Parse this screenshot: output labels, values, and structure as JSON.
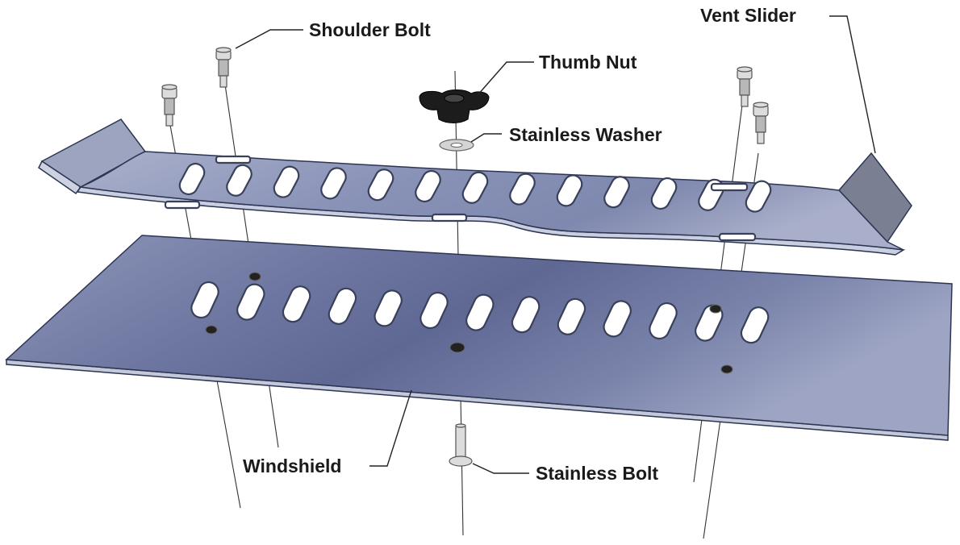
{
  "labels": {
    "shoulder_bolt": "Shoulder Bolt",
    "vent_slider": "Vent Slider",
    "thumb_nut": "Thumb Nut",
    "stainless_washer": "Stainless Washer",
    "windshield": "Windshield",
    "stainless_bolt": "Stainless Bolt"
  },
  "colors": {
    "plate_light": "#b9bfd6",
    "plate_mid": "#8d95b8",
    "plate_dark": "#5e6790",
    "plate_edge": "#c7ccdd",
    "fold_tab": "#7a7f92",
    "thumb_nut": "#1c1c1c",
    "bolt": "#dcdcdc"
  }
}
